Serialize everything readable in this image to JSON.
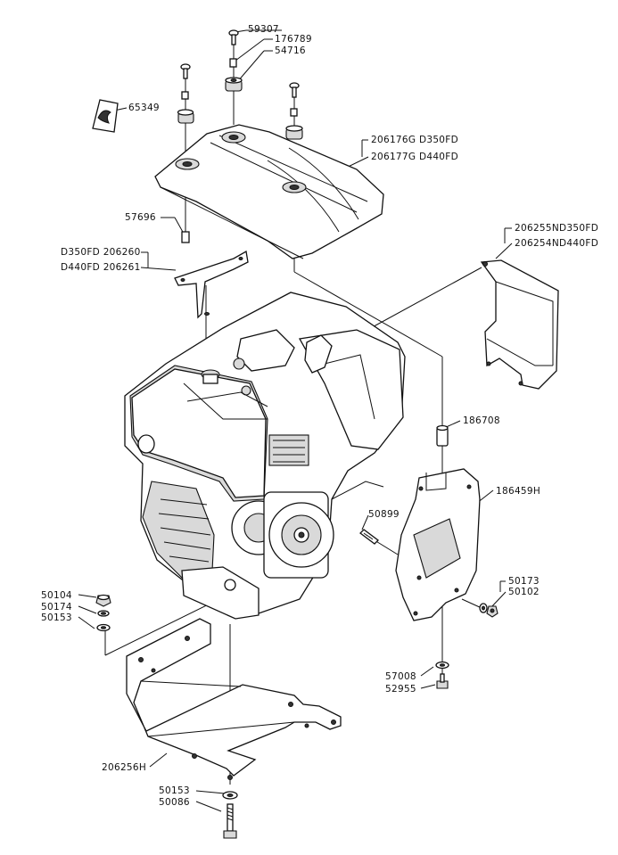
{
  "labels": {
    "p59307": "59307",
    "p176789": "176789",
    "p54716": "54716",
    "p65349": "65349",
    "p206176": "206176G D350FD",
    "p206177": "206177G D440FD",
    "p57696": "57696",
    "p206260": "D350FD 206260",
    "p206261": "D440FD 206261",
    "p206255": "206255ND350FD",
    "p206254": "206254ND440FD",
    "p186708": "186708",
    "p186459": "186459H",
    "p50899": "50899",
    "p50173": "50173",
    "p50102": "50102",
    "p50104": "50104",
    "p50174": "50174",
    "p50153a": "50153",
    "p57008": "57008",
    "p52955": "52955",
    "p206256": "206256H",
    "p50153b": "50153",
    "p50086": "50086"
  }
}
